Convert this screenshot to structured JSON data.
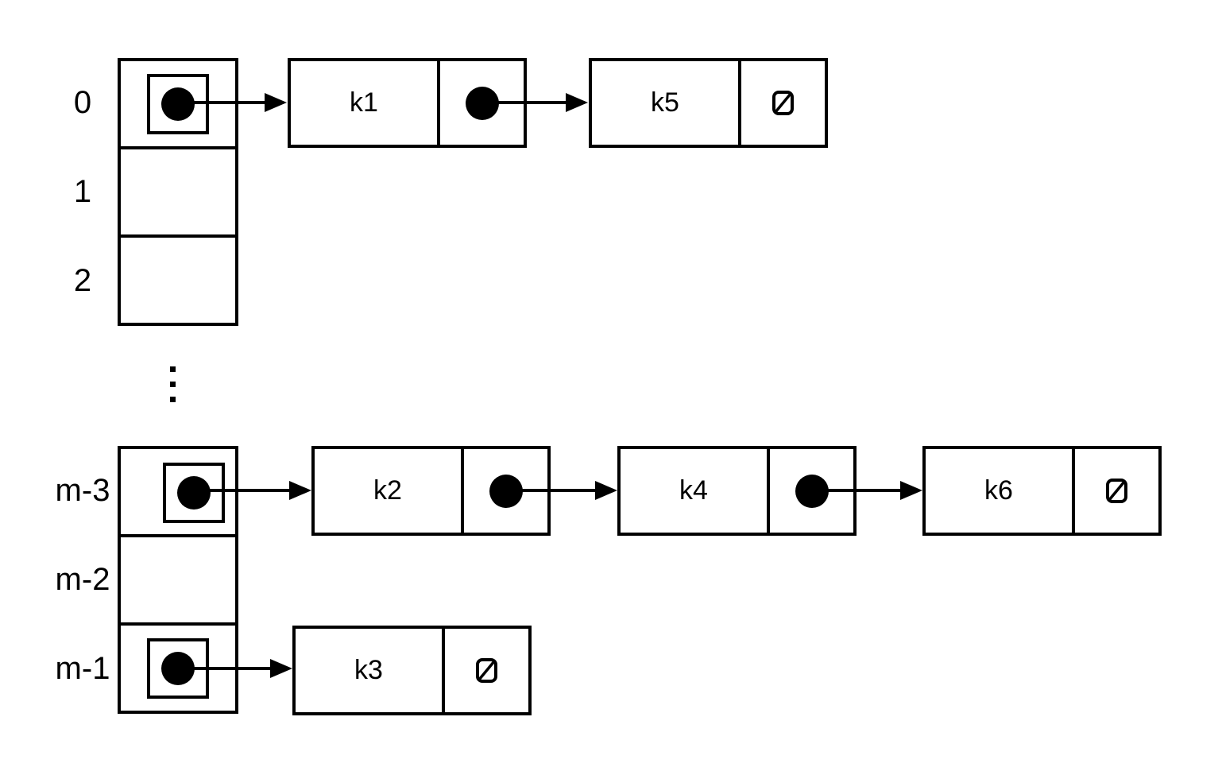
{
  "buckets": {
    "top": [
      {
        "label": "0",
        "pointer": true
      },
      {
        "label": "1",
        "pointer": false
      },
      {
        "label": "2",
        "pointer": false
      }
    ],
    "bottom": [
      {
        "label": "m-3",
        "pointer": true
      },
      {
        "label": "m-2",
        "pointer": false
      },
      {
        "label": "m-1",
        "pointer": true
      }
    ]
  },
  "chains": [
    {
      "bucket": "0",
      "nodes": [
        {
          "key": "k1",
          "next": "pointer"
        },
        {
          "key": "k5",
          "next": "null"
        }
      ]
    },
    {
      "bucket": "m-3",
      "nodes": [
        {
          "key": "k2",
          "next": "pointer"
        },
        {
          "key": "k4",
          "next": "pointer"
        },
        {
          "key": "k6",
          "next": "null"
        }
      ]
    },
    {
      "bucket": "m-1",
      "nodes": [
        {
          "key": "k3",
          "next": "null"
        }
      ]
    }
  ],
  "symbols": {
    "null_pointer": "∅",
    "vertical_ellipsis": "⋮"
  },
  "colors": {
    "ink": "#000000",
    "background": "#ffffff"
  }
}
